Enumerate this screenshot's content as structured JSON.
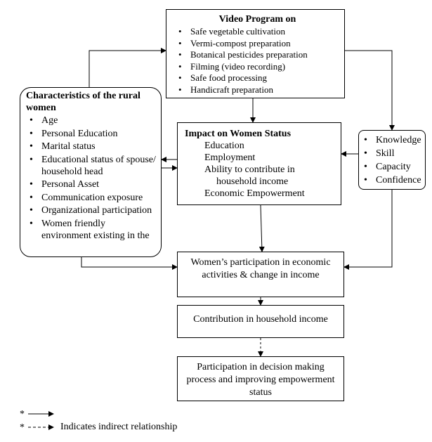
{
  "video_program": {
    "title": "Video Program on",
    "items": [
      "Safe vegetable cultivation",
      "Vermi-compost preparation",
      "Botanical pesticides preparation",
      "Filming (video recording)",
      "Safe food processing",
      "Handicraft preparation"
    ]
  },
  "characteristics": {
    "title": "Characteristics of the rural women",
    "items": [
      "Age",
      "Personal Education",
      "Marital status",
      "Educational status of spouse/ household head",
      "Personal Asset",
      "Communication exposure",
      "Organizational participation",
      "Women friendly environment existing in the"
    ]
  },
  "impact": {
    "title": "Impact on Women Status",
    "items": [
      "Education",
      "Employment",
      "Ability to contribute in household income",
      "Economic Empowerment"
    ]
  },
  "knowledge": {
    "items": [
      "Knowledge",
      "Skill",
      "Capacity",
      "Confidence"
    ]
  },
  "participation": {
    "text": "Women’s participation in economic activities & change in income"
  },
  "contribution": {
    "text": "Contribution in household income"
  },
  "decision": {
    "text": "Participation in decision making process and improving empowerment status"
  },
  "legend": {
    "marker": "*",
    "solid_label": "",
    "dashed_label": "Indicates indirect relationship"
  }
}
